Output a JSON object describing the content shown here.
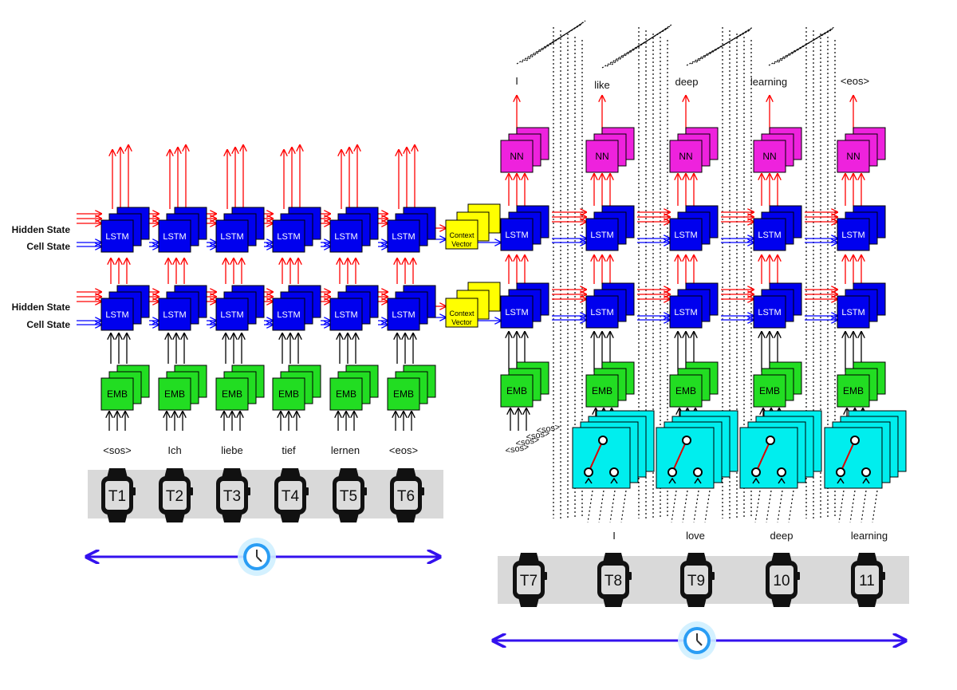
{
  "labels": {
    "hidden_state": "Hidden State",
    "cell_state": "Cell State",
    "lstm": "LSTM",
    "emb": "EMB",
    "nn": "NN",
    "context_line1": "Context",
    "context_line2": "Vector",
    "sos": "<sos>"
  },
  "encoder": {
    "tokens": [
      "<sos>",
      "Ich",
      "liebe",
      "tief",
      "lernen",
      "<eos>"
    ],
    "timesteps": [
      "T1",
      "T2",
      "T3",
      "T4",
      "T5",
      "T6"
    ]
  },
  "decoder": {
    "output_tokens": [
      "I",
      "like",
      "deep",
      "learning",
      "<eos>"
    ],
    "target_tokens": [
      "I",
      "love",
      "deep",
      "learning"
    ],
    "timesteps": [
      "T7",
      "T8",
      "T9",
      "10",
      "11"
    ]
  },
  "colors": {
    "lstm": "#0000ee",
    "emb": "#22dd22",
    "nn": "#ee22dd",
    "context": "#ffff00",
    "switch": "#00eeee",
    "hidden_arrow": "#ff0000",
    "cell_arrow": "#0000ff",
    "timeline": "#3311ee",
    "track": "#d9d9d9"
  },
  "icons": [
    "watch-icon",
    "clock-icon",
    "switch-icon"
  ]
}
